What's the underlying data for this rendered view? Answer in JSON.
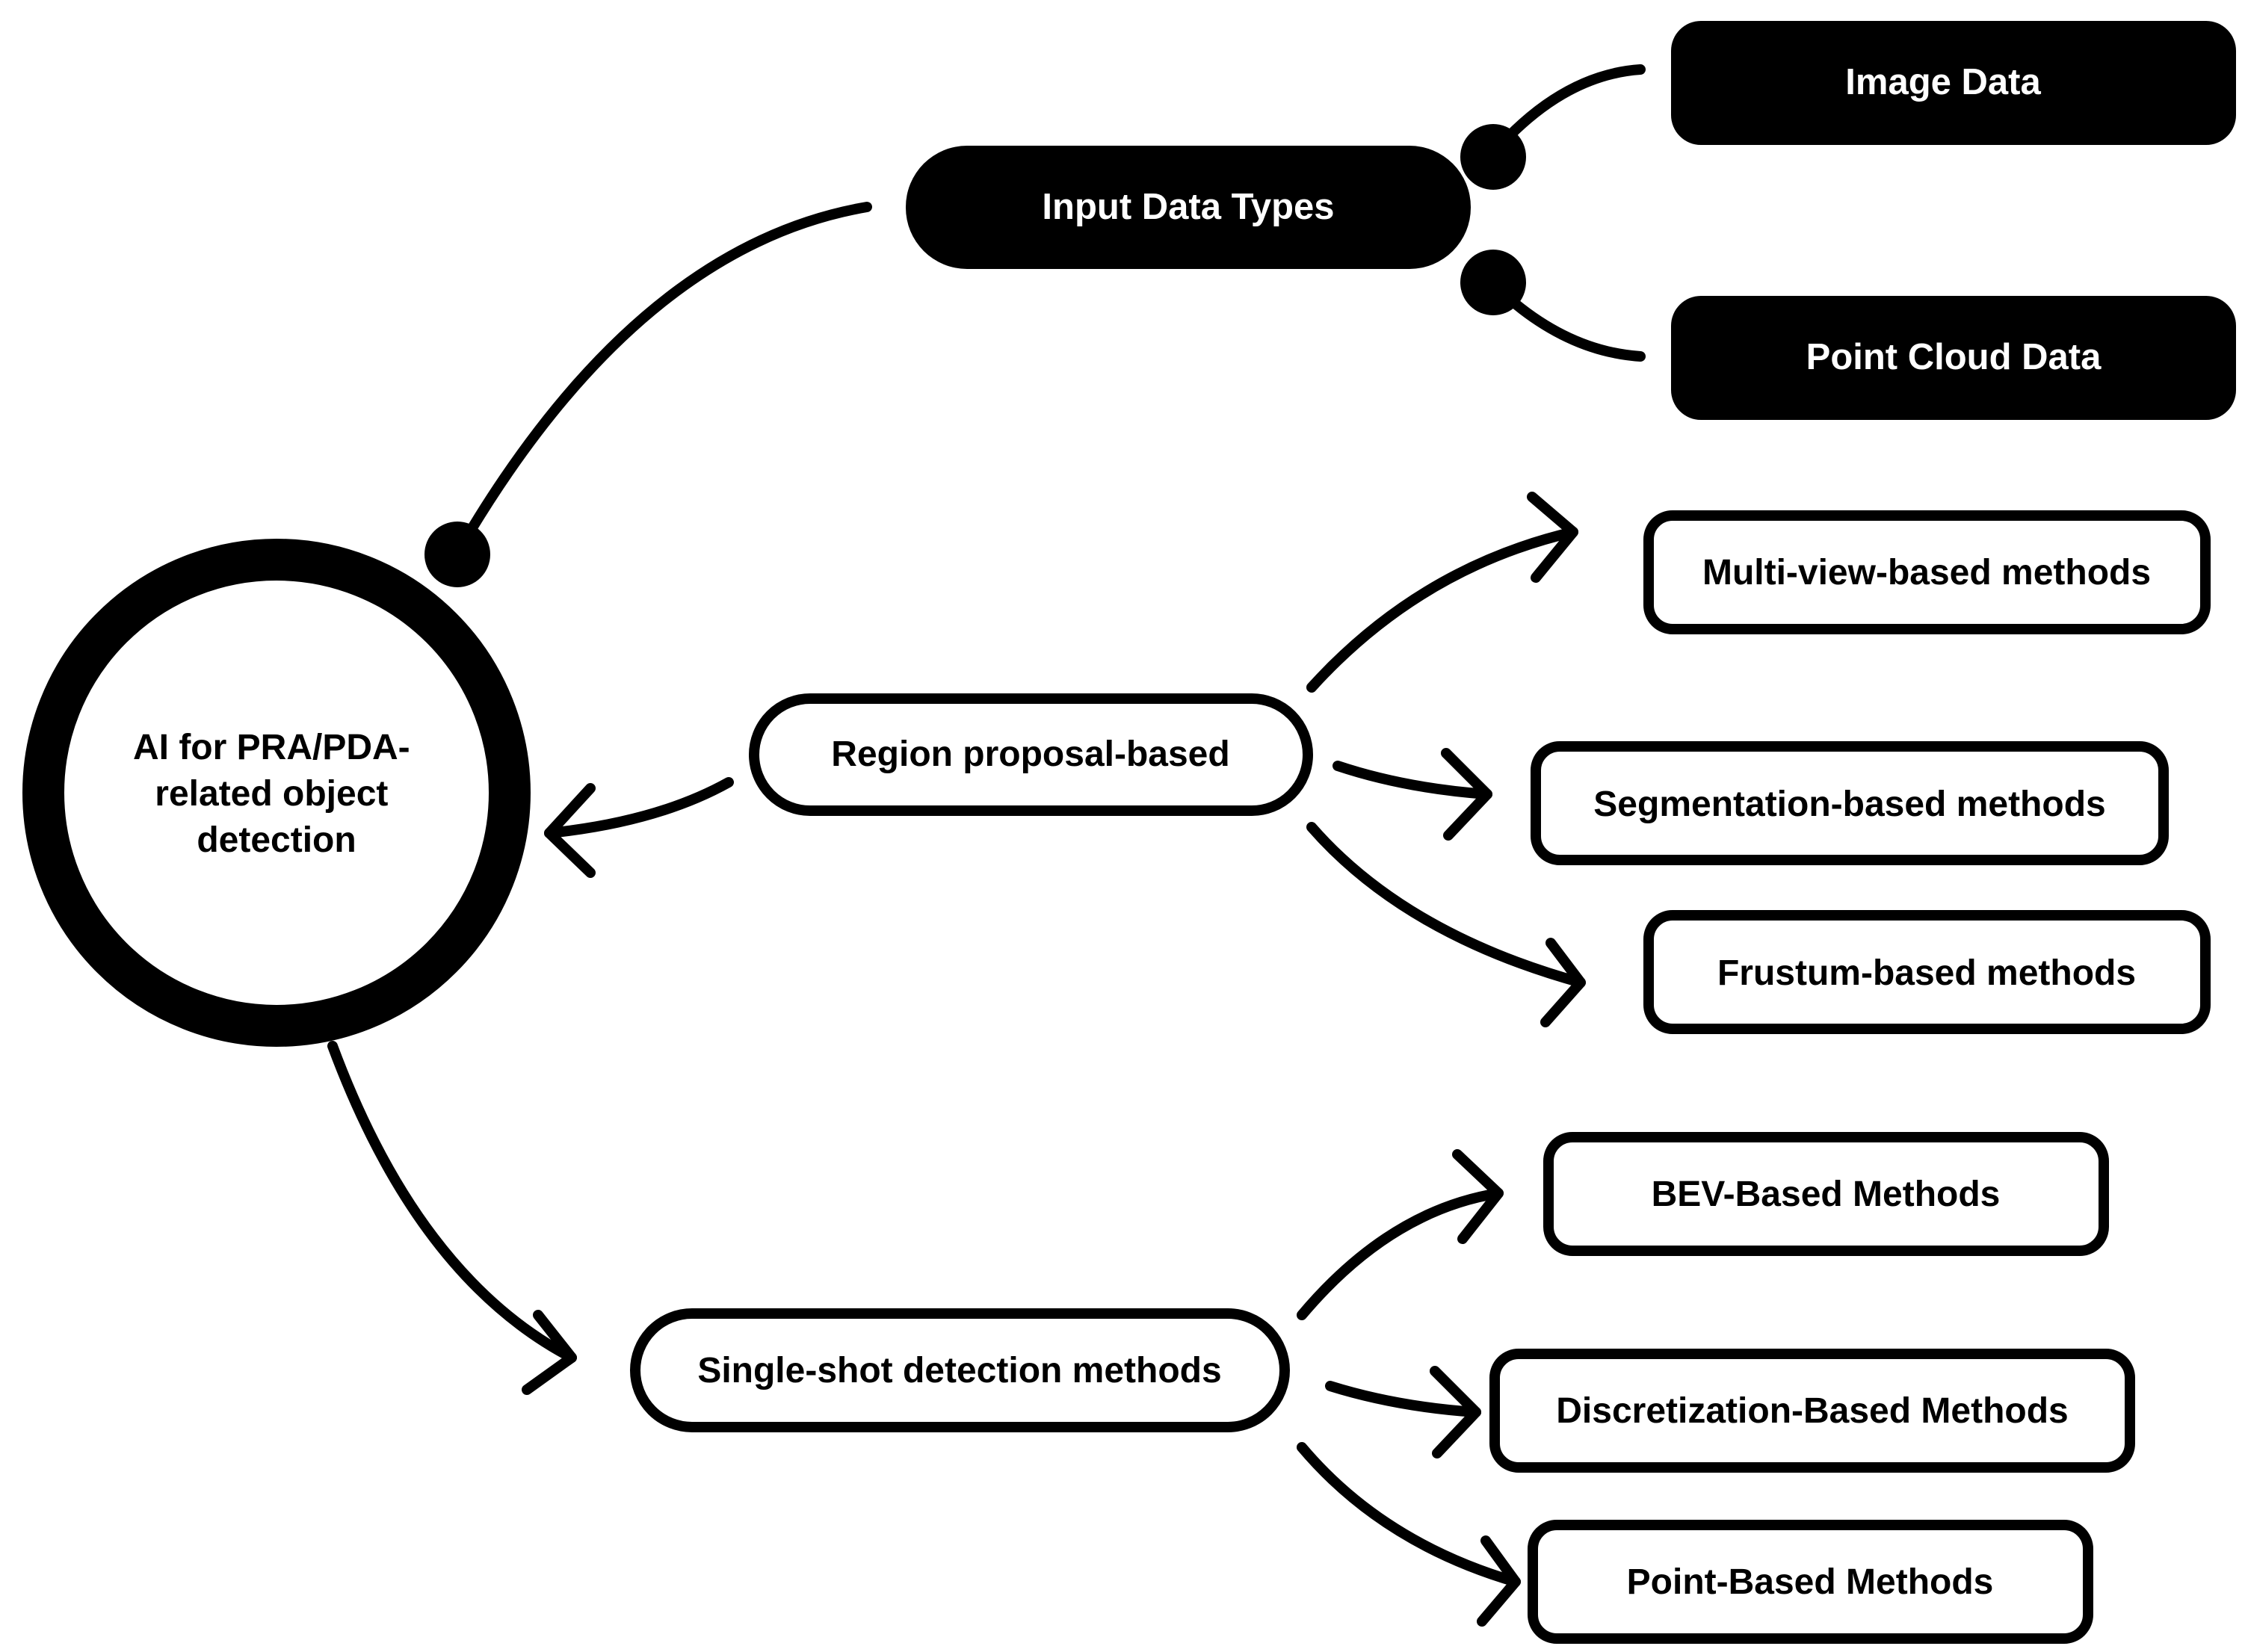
{
  "central": {
    "lines": [
      "AI for PRA/PDA-",
      "related object",
      "detection"
    ]
  },
  "input_data_types": {
    "label": "Input Data Types",
    "children": [
      "Image Data",
      "Point Cloud Data"
    ]
  },
  "region_proposal": {
    "label": "Region proposal-based",
    "children": [
      "Multi-view-based methods",
      "Segmentation-based methods",
      "Frustum-based methods"
    ]
  },
  "single_shot": {
    "label": "Single-shot detection methods",
    "children": [
      "BEV-Based Methods",
      "Discretization-Based Methods",
      "Point-Based Methods"
    ]
  },
  "colors": {
    "ink": "#000000",
    "background": "#ffffff",
    "filled_text": "#ffffff"
  }
}
